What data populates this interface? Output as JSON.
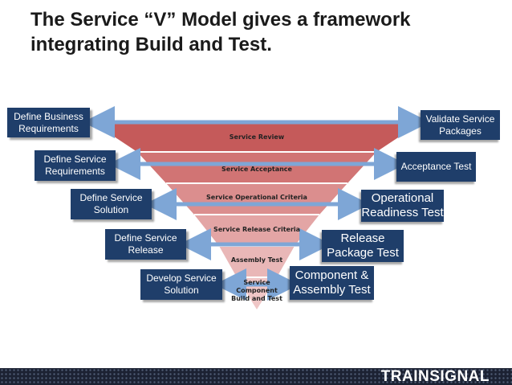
{
  "title": "The Service “V” Model gives a framework integrating Build and Test.",
  "left_boxes": [
    "Define Business\nRequirements",
    "Define Service\nRequirements",
    "Define Service\nSolution",
    "Define Service\nRelease",
    "Develop Service\nSolution"
  ],
  "right_boxes": [
    "Validate Service\nPackages",
    "Acceptance Test",
    "Operational\nReadiness Test",
    "Release\nPackage Test",
    "Component &\nAssembly Test"
  ],
  "levels": [
    "Service Review",
    "Service Acceptance",
    "Service Operational Criteria",
    "Service Release Criteria",
    "Assembly Test",
    "Service\nComponent\nBuild and Test"
  ],
  "footer": {
    "brand": "TRAINSIGNAL"
  },
  "colors": {
    "box": "#1f3e6a",
    "arrow": "#7ea6d6",
    "band_1": "#c55a5a",
    "band_2": "#d17474",
    "band_3": "#db8e8e",
    "band_4": "#e3a5a5",
    "band_5": "#e9b7b7",
    "band_6": "#efc6c6",
    "footer": "#1c2233"
  }
}
